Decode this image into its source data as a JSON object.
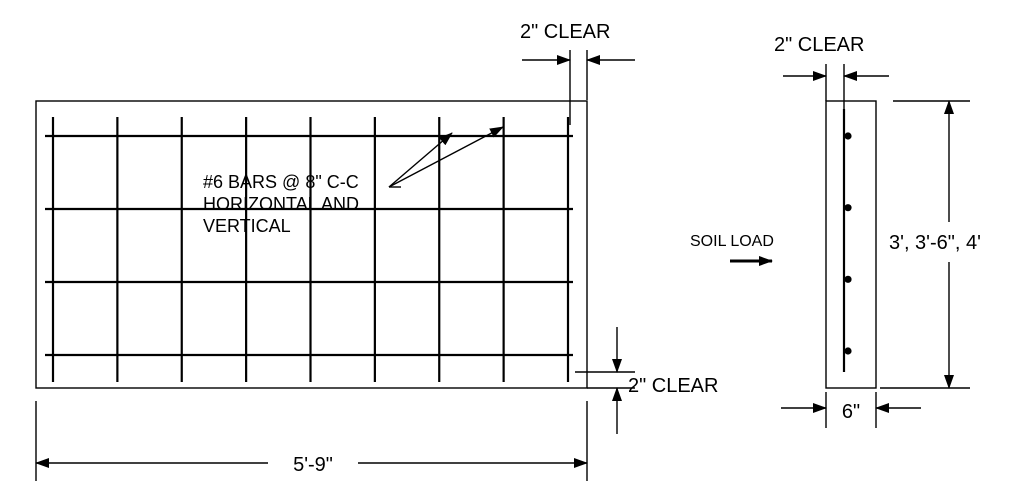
{
  "labels": {
    "rebar_note_line1": "#6 BARS @ 8\" C-C",
    "rebar_note_line2": "HORIZONTAL AND",
    "rebar_note_line3": "VERTICAL",
    "clear_top": "2\" CLEAR",
    "clear_bottom": "2\" CLEAR",
    "clear_section": "2\" CLEAR",
    "width_dim": "5'-9\"",
    "soil_load": "SOIL LOAD",
    "height_dim": "3', 3'-6\", 4'",
    "thickness_dim": "6\""
  },
  "panel": {
    "vertical_bar_count": 9,
    "horizontal_bar_count": 4
  },
  "section": {
    "bar_dot_count": 4
  }
}
